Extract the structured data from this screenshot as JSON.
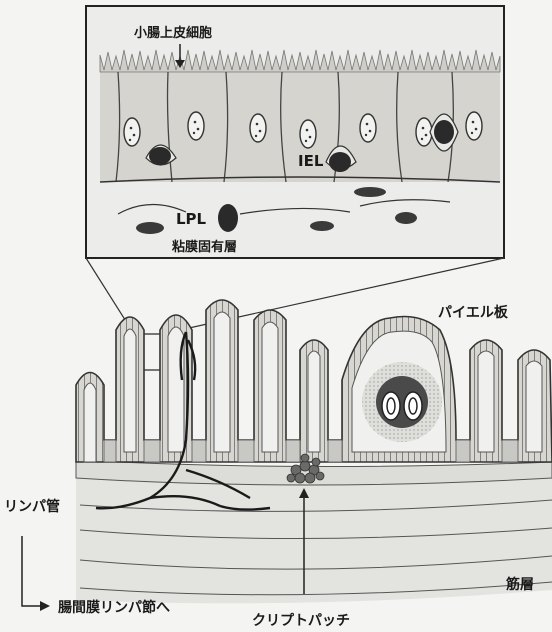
{
  "diagram": {
    "labels": {
      "epithelial_cell": "小腸上皮細胞",
      "iel": "IEL",
      "lpl": "LPL",
      "lamina_propria": "粘膜固有層",
      "peyers_patch": "パイエル板",
      "lymph_vessel": "リンパ管",
      "mesenteric_node": "腸間膜リンパ節へ",
      "muscle_layer": "筋層",
      "cryptopatch": "クリプトパッチ"
    }
  }
}
